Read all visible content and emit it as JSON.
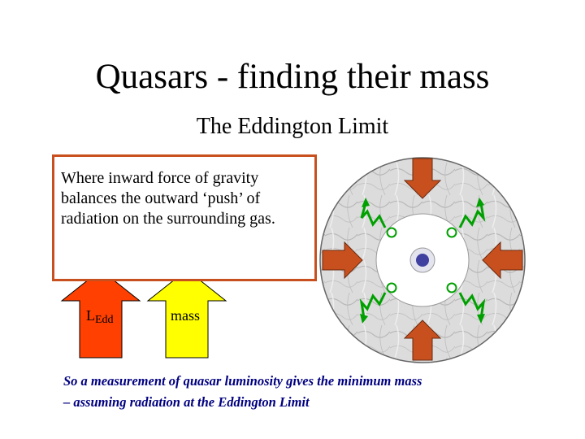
{
  "slide": {
    "title": "Quasars - finding their mass",
    "subtitle": "The Eddington Limit",
    "description": "Where inward force of gravity balances the outward ‘push’ of radiation on the surrounding gas.",
    "ledd_label_main": "L",
    "ledd_label_sub": "Edd",
    "mass_label": "mass",
    "footer_line1": "So a measurement of quasar luminosity gives the minimum mass",
    "footer_line2": "– assuming radiation at the Eddington Limit"
  },
  "colors": {
    "text_box_border": "#c8501e",
    "ledd_arrow_fill": "#ff4000",
    "mass_arrow_fill": "#ffff00",
    "gravity_arrow_fill": "#c8501e",
    "radiation_wave_color": "#00a000",
    "footer_text": "#000080",
    "central_mass_fill": "#4040a0"
  },
  "icons": {
    "radiation_wave": "zigzag-wave-icon",
    "photon_marker": "photon-icon",
    "gravity_arrow": "inward-arrow-icon",
    "central_mass": "black-hole-icon"
  }
}
